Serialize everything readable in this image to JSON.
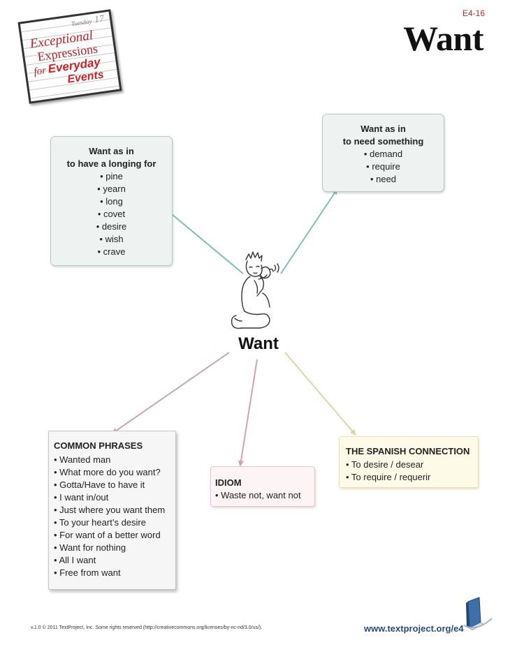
{
  "logo": {
    "day": "Tuesday",
    "date": "17",
    "line1": "Exceptional",
    "line2": "Expressions",
    "line3_for": "for",
    "line3_word": "Everyday",
    "line4": "Events"
  },
  "header": {
    "code": "E4-16",
    "title": "Want"
  },
  "center_word": "Want",
  "longing_box": {
    "heading1": "Want as in",
    "heading2": "to have a longing for",
    "items": [
      "• pine",
      "• yearn",
      "• long",
      "• covet",
      "• desire",
      "• wish",
      "• crave"
    ]
  },
  "need_box": {
    "heading1": "Want as in",
    "heading2": "to need something",
    "items": [
      "• demand",
      "• require",
      "• need"
    ]
  },
  "common_phrases": {
    "heading": "COMMON PHRASES",
    "items": [
      "• Wanted man",
      "• What more do you want?",
      "• Gotta/Have to have it",
      "• I want in/out",
      "• Just where you want them",
      "• To your heart’s desire",
      "• For want of a better word",
      "• Want for nothing",
      "• All I want",
      "• Free from want"
    ]
  },
  "idiom": {
    "heading": "IDIOM",
    "items": [
      "• Waste not, want not"
    ]
  },
  "spanish": {
    "heading": "THE SPANISH CONNECTION",
    "items": [
      "• To desire / desear",
      "• To require / requerir"
    ]
  },
  "footer": {
    "left": "v.1.0 © 2011 TextProject, Inc. Some rights reserved (http://creativecommons.org/licenses/by-nc-nd/3.0/us/).",
    "right": "www.textproject.org/e4"
  },
  "colors": {
    "teal_arrow": "#7dbfb3",
    "mauve_arrow": "#c8a6b6",
    "pink_arrow": "#d6a0b2",
    "tan_arrow": "#e2d3a6",
    "brand_red": "#c1272d",
    "link_blue": "#2d4a77"
  }
}
